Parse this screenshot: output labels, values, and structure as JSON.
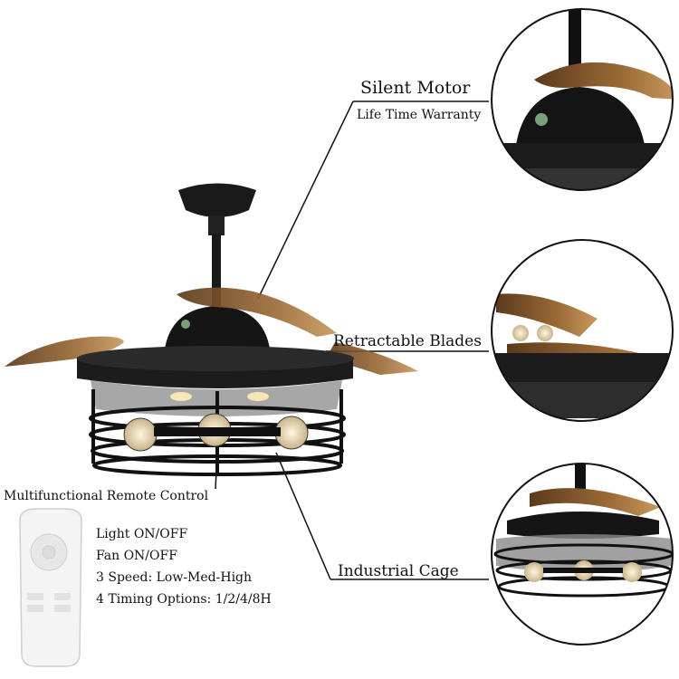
{
  "callouts": {
    "silent_motor": "Silent Motor",
    "warranty": "Life Time Warranty",
    "retractable_blades": "Retractable Blades",
    "industrial_cage": "Industrial Cage",
    "remote_control": "Multifunctional Remote Control"
  },
  "remote_features": [
    "Light ON/OFF",
    "Fan ON/OFF",
    "3 Speed: Low-Med-High",
    "4 Timing Options: 1/2/4/8H"
  ],
  "colors": {
    "fan_body": "#1a1a1a",
    "blade_amber": "#8a5a2b",
    "remote": "#f2f2f2",
    "bulb_glow": "#f3e6c8"
  }
}
